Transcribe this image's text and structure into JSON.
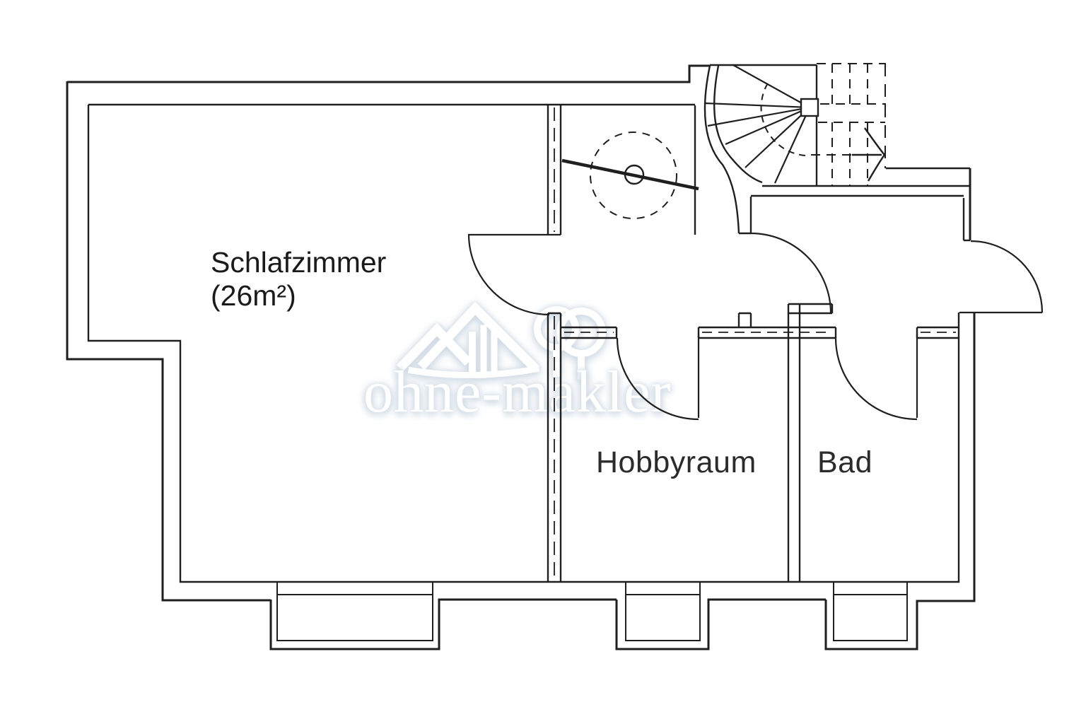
{
  "plan": {
    "type": "floor-plan",
    "rooms": [
      {
        "name": "Schlafzimmer",
        "area": "(26m²)"
      },
      {
        "name": "Hobbyraum"
      },
      {
        "name": "Bad"
      }
    ]
  },
  "watermark": {
    "text": "ohne-makler"
  },
  "colors": {
    "line": "#1f1f1f",
    "background": "#ffffff",
    "watermark_fill": "#ffffff",
    "watermark_glow": "#c9d5e0"
  }
}
